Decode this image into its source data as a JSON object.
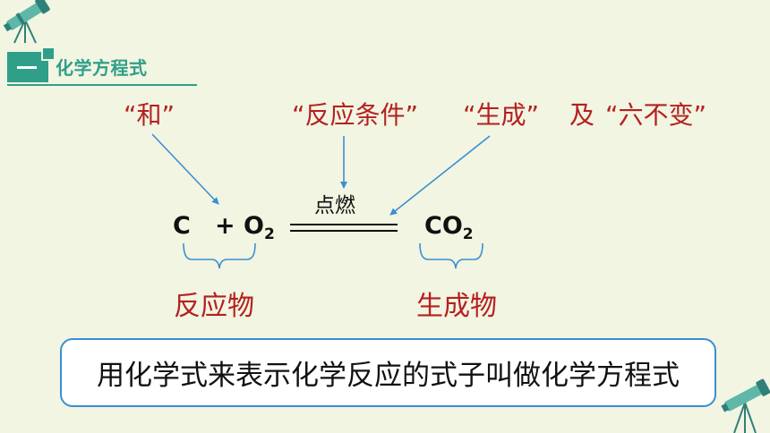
{
  "header": {
    "title": "化学方程式"
  },
  "labels": {
    "he": "“和”",
    "condition": "“反应条件”",
    "generate": "“生成”",
    "and": "及",
    "six": "“六不变”"
  },
  "equation": {
    "reactant1": "C",
    "plus": "+ O",
    "o2_sub": "2",
    "condition": "点燃",
    "product": "CO",
    "co2_sub": "2"
  },
  "brace_labels": {
    "reactants": "反应物",
    "products": "生成物"
  },
  "definition": "用化学式来表示化学反应的式子叫做化学方程式",
  "colors": {
    "accent": "#2f9f89",
    "red": "#b5201f",
    "arrow": "#3b8ed3"
  }
}
